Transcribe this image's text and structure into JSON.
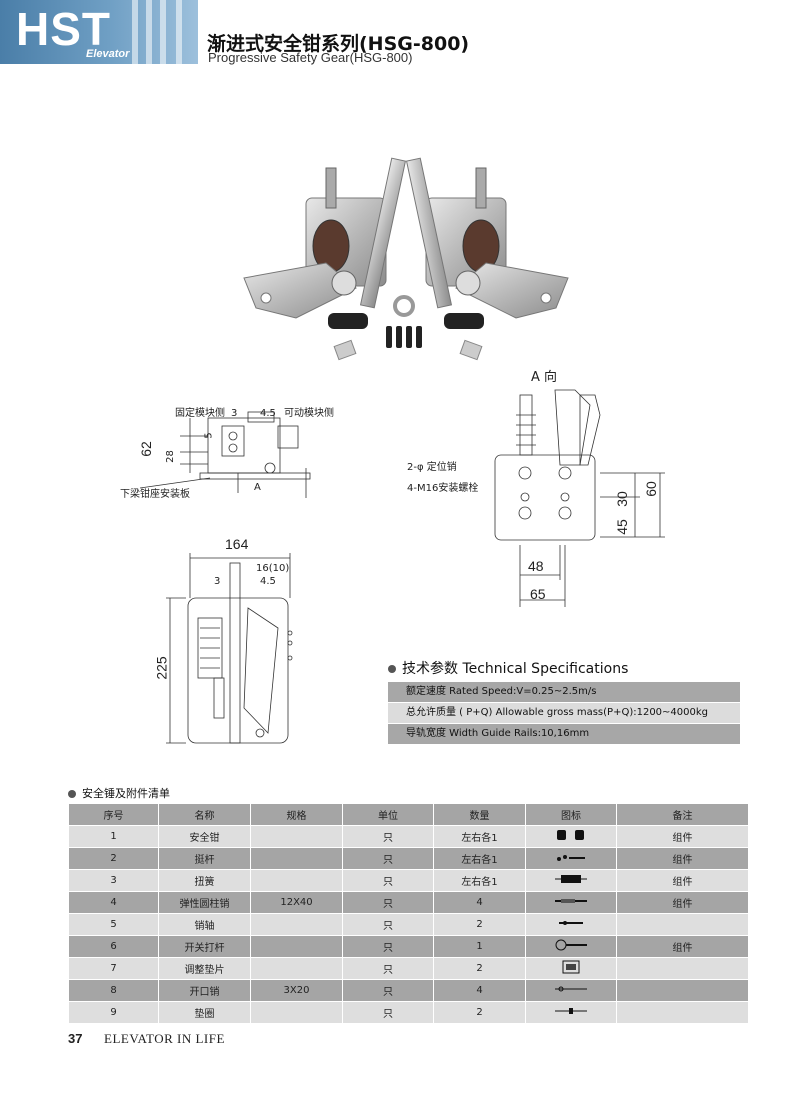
{
  "header": {
    "logo_main": "HST",
    "logo_sub": "Elevator",
    "title_cn": "渐进式安全钳系列(HSG-800)",
    "title_en": "Progressive Safety Gear(HSG-800)"
  },
  "drawing_front": {
    "label_fixed": "固定模块侧",
    "label_movable": "可动模块侧",
    "label_mount": "下梁钳座安装板",
    "label_a": "A",
    "dim_62": "62",
    "dim_28": "28",
    "dim_3": "3",
    "dim_45": "4.5",
    "dim_5": "5"
  },
  "drawing_a_view": {
    "title": "A 向",
    "label_pin": "2-φ 定位销",
    "label_bolt": "4-M16安装螺栓",
    "dim_60": "60",
    "dim_30": "30",
    "dim_45": "45",
    "dim_48": "48",
    "dim_65": "65"
  },
  "drawing_side": {
    "dim_164": "164",
    "dim_16": "16(10)",
    "dim_3": "3",
    "dim_45": "4.5",
    "dim_225": "225"
  },
  "specs": {
    "heading": "技术参数  Technical Specifications",
    "rows": [
      "额定速度 Rated Speed:V=0.25~2.5m/s",
      "总允许质量 ( P+Q) Allowable gross mass(P+Q):1200~4000kg",
      "导轨宽度 Width Guide Rails:10,16mm"
    ]
  },
  "parts_list": {
    "heading": "安全锤及附件清单",
    "columns": [
      "序号",
      "名称",
      "规格",
      "单位",
      "数量",
      "图标",
      "备注"
    ],
    "rows": [
      {
        "no": "1",
        "name": "安全钳",
        "spec": "",
        "unit": "只",
        "qty": "左右各1",
        "icon": "safety-gear-pair-icon",
        "note": "组件"
      },
      {
        "no": "2",
        "name": "挺杆",
        "spec": "",
        "unit": "只",
        "qty": "左右各1",
        "icon": "lift-rod-icon",
        "note": "组件"
      },
      {
        "no": "3",
        "name": "扭簧",
        "spec": "",
        "unit": "只",
        "qty": "左右各1",
        "icon": "torsion-spring-icon",
        "note": "组件"
      },
      {
        "no": "4",
        "name": "弹性圆柱销",
        "spec": "12X40",
        "unit": "只",
        "qty": "4",
        "icon": "spring-pin-icon",
        "note": "组件"
      },
      {
        "no": "5",
        "name": "销轴",
        "spec": "",
        "unit": "只",
        "qty": "2",
        "icon": "pin-shaft-icon",
        "note": ""
      },
      {
        "no": "6",
        "name": "开关打杆",
        "spec": "",
        "unit": "只",
        "qty": "1",
        "icon": "switch-lever-icon",
        "note": "组件"
      },
      {
        "no": "7",
        "name": "调整垫片",
        "spec": "",
        "unit": "只",
        "qty": "2",
        "icon": "shim-icon",
        "note": ""
      },
      {
        "no": "8",
        "name": "开口销",
        "spec": "3X20",
        "unit": "只",
        "qty": "4",
        "icon": "cotter-pin-icon",
        "note": ""
      },
      {
        "no": "9",
        "name": "垫圈",
        "spec": "",
        "unit": "只",
        "qty": "2",
        "icon": "washer-icon",
        "note": ""
      }
    ]
  },
  "footer": {
    "page_number": "37",
    "slogan": "ELEVATOR IN LIFE"
  }
}
